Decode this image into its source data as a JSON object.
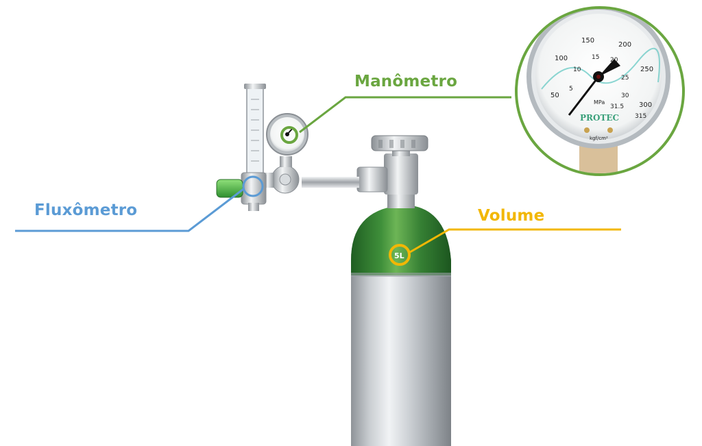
{
  "labels": {
    "manometro": "Manômetro",
    "fluxometro": "Fluxômetro",
    "volume": "Volume"
  },
  "cylinder_mark": "5L",
  "gauge": {
    "outer_scale": [
      "50",
      "100",
      "150",
      "200",
      "250",
      "300",
      "315"
    ],
    "inner_scale": [
      "5",
      "10",
      "15",
      "20",
      "25",
      "30",
      "31.5"
    ],
    "unit_mpa": "MPa",
    "unit_kgf": "kgf/cm²",
    "brand": "PROTEC"
  },
  "colors": {
    "manometro": "#6aa640",
    "fluxometro": "#5b9bd5",
    "volume": "#f2b705",
    "cylinder_green": "#3f8f3a",
    "aluminum": "#c9cdd1"
  },
  "icons": {
    "cylinder": "oxygen-cylinder-illustration",
    "regulator": "regulator-illustration",
    "gauge": "pressure-gauge-illustration"
  }
}
